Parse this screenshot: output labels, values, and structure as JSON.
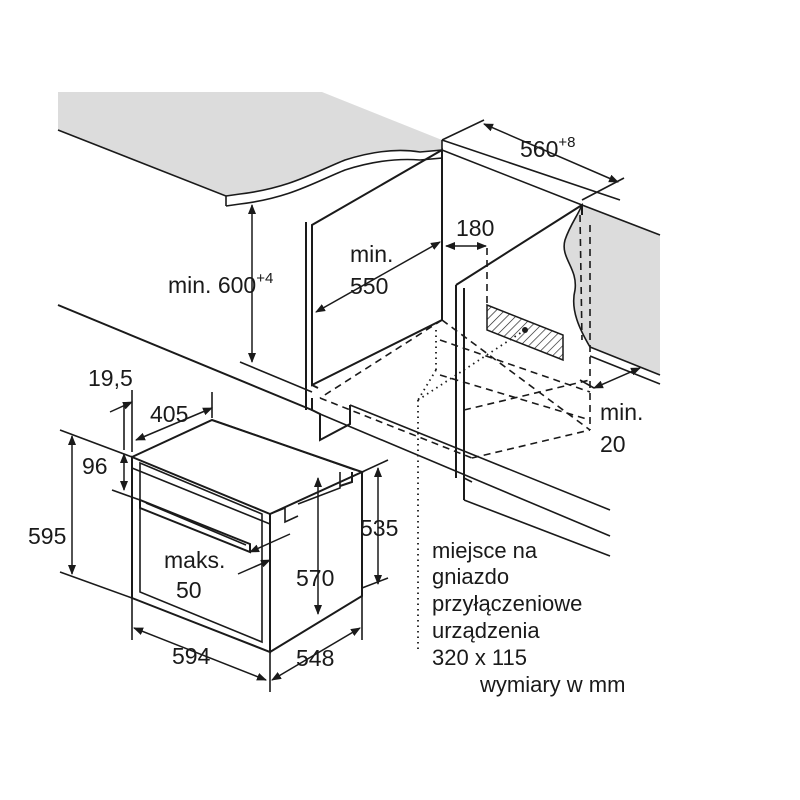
{
  "dimensions": {
    "cabinet_height": "min. 600",
    "cabinet_height_sup": "+4",
    "cabinet_depth_line1": "min.",
    "cabinet_depth_line2": "550",
    "socket_offset": "180",
    "niche_width": "560",
    "niche_width_sup": "+8",
    "rear_gap_line1": "min.",
    "rear_gap_line2": "20",
    "panel_thickness": "19,5",
    "front_depth": "405",
    "top_offset": "96",
    "oven_height": "595",
    "handle_line1": "maks.",
    "handle_line2": "50",
    "body_height": "570",
    "side_height": "535",
    "oven_width": "594",
    "oven_depth": "548"
  },
  "socket_note": [
    "miejsce na",
    "gniazdo",
    "przyłączeniowe",
    "urządzenia",
    "320 x 115"
  ],
  "units_note": "wymiary w mm",
  "colors": {
    "countertop": "#dcdcdc",
    "line": "#1a1a1a"
  }
}
